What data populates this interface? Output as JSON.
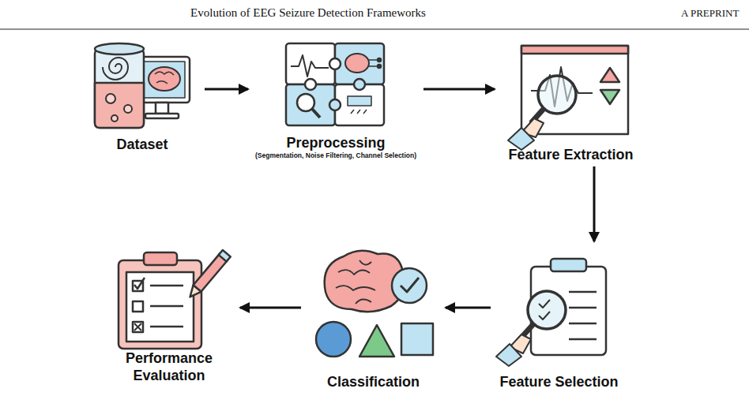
{
  "diagram": {
    "nodes": [
      {
        "text": [
          "Dataset"
        ]
      },
      {
        "text": [
          "Preprocessing",
          "(Segmentation, Noise Filtering, Channel Selection)"
        ]
      },
      {
        "text": [
          "Feature Extraction"
        ]
      },
      {
        "text": [
          "Feature Selection"
        ]
      },
      {
        "text": [
          "Classification"
        ]
      },
      {
        "text": [
          "Performance Evaluation"
        ]
      }
    ],
    "edges": [
      {
        "from": 0,
        "to": 1,
        "arrow": "to"
      },
      {
        "from": 1,
        "to": 2,
        "arrow": "to"
      },
      {
        "from": 2,
        "to": 3,
        "arrow": "to"
      },
      {
        "from": 3,
        "to": 4,
        "arrow": "to"
      },
      {
        "from": 4,
        "to": 5,
        "arrow": "to"
      }
    ],
    "labels": [
      "Evolution of EEG Seizure Detection Frameworks",
      "A PREPRINT"
    ]
  }
}
